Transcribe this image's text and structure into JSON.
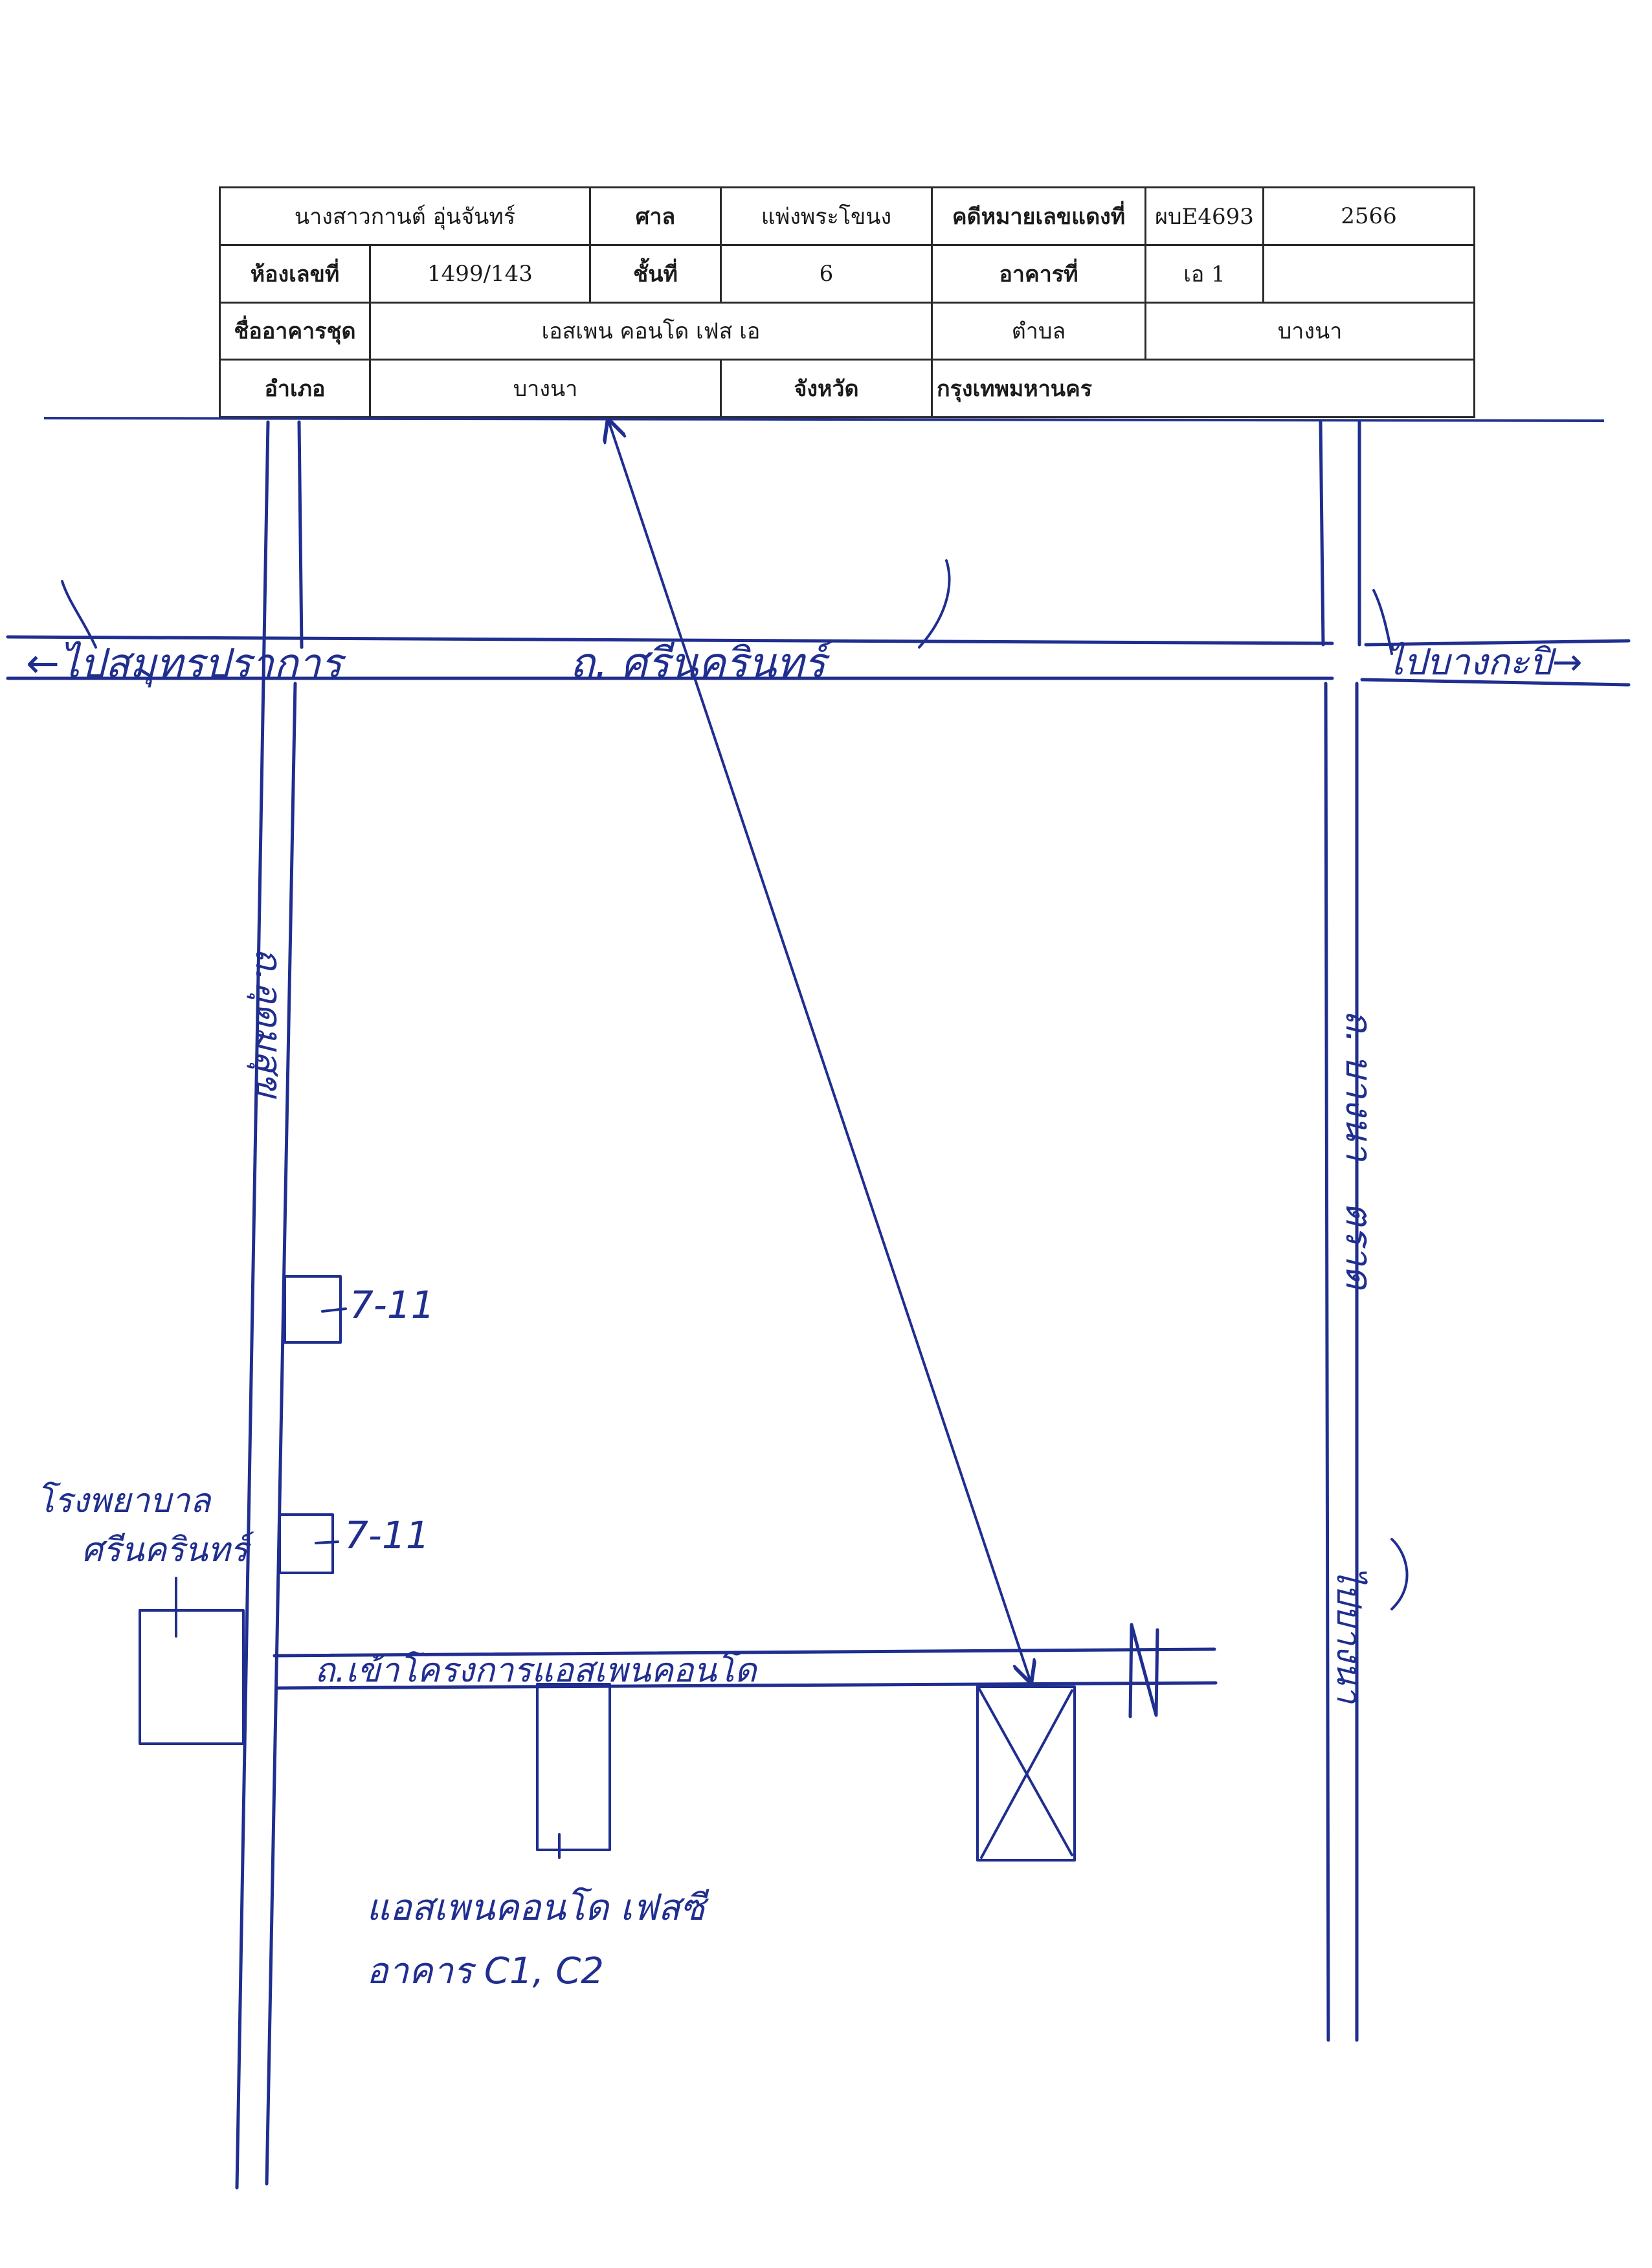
{
  "header": {
    "owner_name": "นางสาวกานต์ อุ่นจันทร์",
    "court_label": "ศาล",
    "court_value": "แพ่งพระโขนง",
    "case_no_label": "คดีหมายเลขแดงที่",
    "case_no_value": "ผบE4693",
    "case_year": "2566",
    "room_no_label": "ห้องเลขที่",
    "room_no_value": "1499/143",
    "floor_label": "ชั้นที่",
    "floor_value": "6",
    "building_label": "อาคารที่",
    "building_value": "เอ 1",
    "condo_name_label": "ชื่ออาคารชุด",
    "condo_name_value": "เอสเพน คอนโด เฟส เอ",
    "subdistrict_label": "ตำบล",
    "subdistrict_value": "บางนา",
    "district_label": "อำเภอ",
    "district_value": "บางนา",
    "province_label": "จังหวัด",
    "province_value": "กรุงเทพมหานคร"
  },
  "map": {
    "to_samut_prakan": "←ไปสมุทรปราการ",
    "srinakarin_road": "ถ. ศรีนครินทร์",
    "to_bang_kapi": "ไปบางกะปิ→",
    "bang_na_trat_road": "ถ. บางนา – ตราด",
    "to_bang_na": "ไปบางนา",
    "udomsuk_road": "ถ.อุดมสุข",
    "seven_eleven_1": "7-11",
    "seven_eleven_2": "7-11",
    "hospital_line1": "โรงพยาบาล",
    "hospital_line2": "ศรีนครินทร์",
    "entrance_road": "ถ.เข้าโครงการแอสเพนคอนโด",
    "project_line1": "แอสเพนคอนโด เฟสซี",
    "project_line2": "อาคาร C1, C2",
    "north_mark": "N"
  }
}
